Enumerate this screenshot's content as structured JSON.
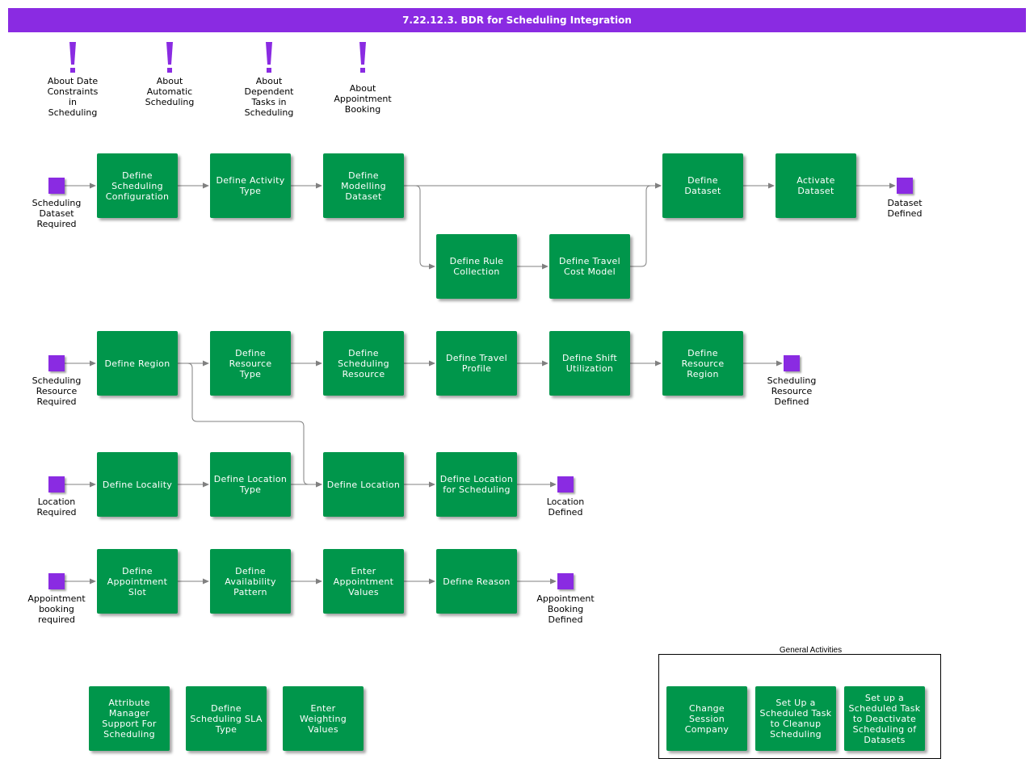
{
  "header": {
    "title": "7.22.12.3. BDR for Scheduling Integration"
  },
  "notes": [
    {
      "id": "note-date-constraints",
      "label": "About Date\nConstraints\nin\nScheduling"
    },
    {
      "id": "note-automatic-scheduling",
      "label": "About\nAutomatic\nScheduling"
    },
    {
      "id": "note-dependent-tasks",
      "label": "About\nDependent\nTasks in\nScheduling"
    },
    {
      "id": "note-appointment-booking",
      "label": "About\nAppointment\nBooking"
    }
  ],
  "events": [
    {
      "id": "ev-sched-dataset-required",
      "label": "Scheduling\nDataset\nRequired"
    },
    {
      "id": "ev-dataset-defined",
      "label": "Dataset\nDefined"
    },
    {
      "id": "ev-sched-resource-required",
      "label": "Scheduling\nResource\nRequired"
    },
    {
      "id": "ev-sched-resource-defined",
      "label": "Scheduling\nResource\nDefined"
    },
    {
      "id": "ev-location-required",
      "label": "Location\nRequired"
    },
    {
      "id": "ev-location-defined",
      "label": "Location\nDefined"
    },
    {
      "id": "ev-appointment-required",
      "label": "Appointment\nbooking\nrequired"
    },
    {
      "id": "ev-appointment-defined",
      "label": "Appointment\nBooking\nDefined"
    }
  ],
  "activities": [
    {
      "id": "act-define-scheduling-configuration",
      "label": "Define\nScheduling\nConfiguration"
    },
    {
      "id": "act-define-activity-type",
      "label": "Define Activity\nType"
    },
    {
      "id": "act-define-modelling-dataset",
      "label": "Define Modelling\nDataset"
    },
    {
      "id": "act-define-dataset",
      "label": "Define\nDataset"
    },
    {
      "id": "act-activate-dataset",
      "label": "Activate\nDataset"
    },
    {
      "id": "act-define-rule-collection",
      "label": "Define Rule\nCollection"
    },
    {
      "id": "act-define-travel-cost-model",
      "label": "Define Travel\nCost Model"
    },
    {
      "id": "act-define-region",
      "label": "Define Region"
    },
    {
      "id": "act-define-resource-type",
      "label": "Define\nResource\nType"
    },
    {
      "id": "act-define-scheduling-resource",
      "label": "Define\nScheduling\nResource"
    },
    {
      "id": "act-define-travel-profile",
      "label": "Define Travel\nProfile"
    },
    {
      "id": "act-define-shift-utilization",
      "label": "Define Shift\nUtilization"
    },
    {
      "id": "act-define-resource-region",
      "label": "Define Resource\nRegion"
    },
    {
      "id": "act-define-locality",
      "label": "Define Locality"
    },
    {
      "id": "act-define-location-type",
      "label": "Define Location\nType"
    },
    {
      "id": "act-define-location",
      "label": "Define Location"
    },
    {
      "id": "act-define-location-for-scheduling",
      "label": "Define Location\nfor Scheduling"
    },
    {
      "id": "act-define-appointment-slot",
      "label": "Define\nAppointment\nSlot"
    },
    {
      "id": "act-define-availability-pattern",
      "label": "Define\nAvailability\nPattern"
    },
    {
      "id": "act-enter-appointment-values",
      "label": "Enter\nAppointment\nValues"
    },
    {
      "id": "act-define-reason",
      "label": "Define Reason"
    },
    {
      "id": "act-attribute-manager-support",
      "label": "Attribute\nManager\nSupport For\nScheduling"
    },
    {
      "id": "act-define-scheduling-sla-type",
      "label": "Define\nScheduling SLA\nType"
    },
    {
      "id": "act-enter-weighting-values",
      "label": "Enter\nWeighting\nValues"
    },
    {
      "id": "act-change-session-company",
      "label": "Change\nSession\nCompany"
    },
    {
      "id": "act-setup-cleanup-task",
      "label": "Set Up a\nScheduled Task\nto Cleanup\nScheduling"
    },
    {
      "id": "act-setup-deactivate-task",
      "label": "Set up a\nScheduled Task\nto Deactivate\nScheduling of\nDatasets"
    }
  ],
  "general_activities": {
    "title": "General Activities"
  },
  "colors": {
    "header": "#8a2be2",
    "activity": "#00964b",
    "event": "#8a2be2",
    "connector": "#808080",
    "note_icon": "#8a2be2"
  },
  "icons": {
    "note": "exclamation-icon"
  }
}
